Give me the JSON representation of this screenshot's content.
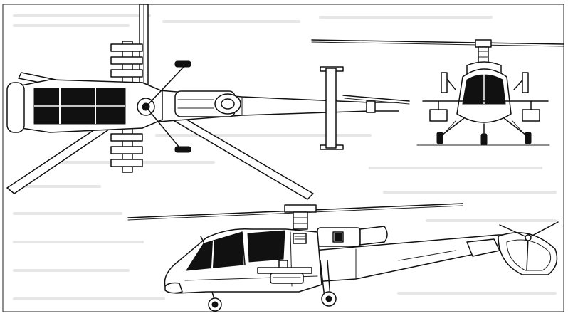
{
  "drawing": {
    "paper_color": "#ffffff",
    "ink_color": "#111111",
    "bleed_color": "#c8c8c8",
    "views": [
      "top-view",
      "front-view",
      "side-view"
    ]
  }
}
